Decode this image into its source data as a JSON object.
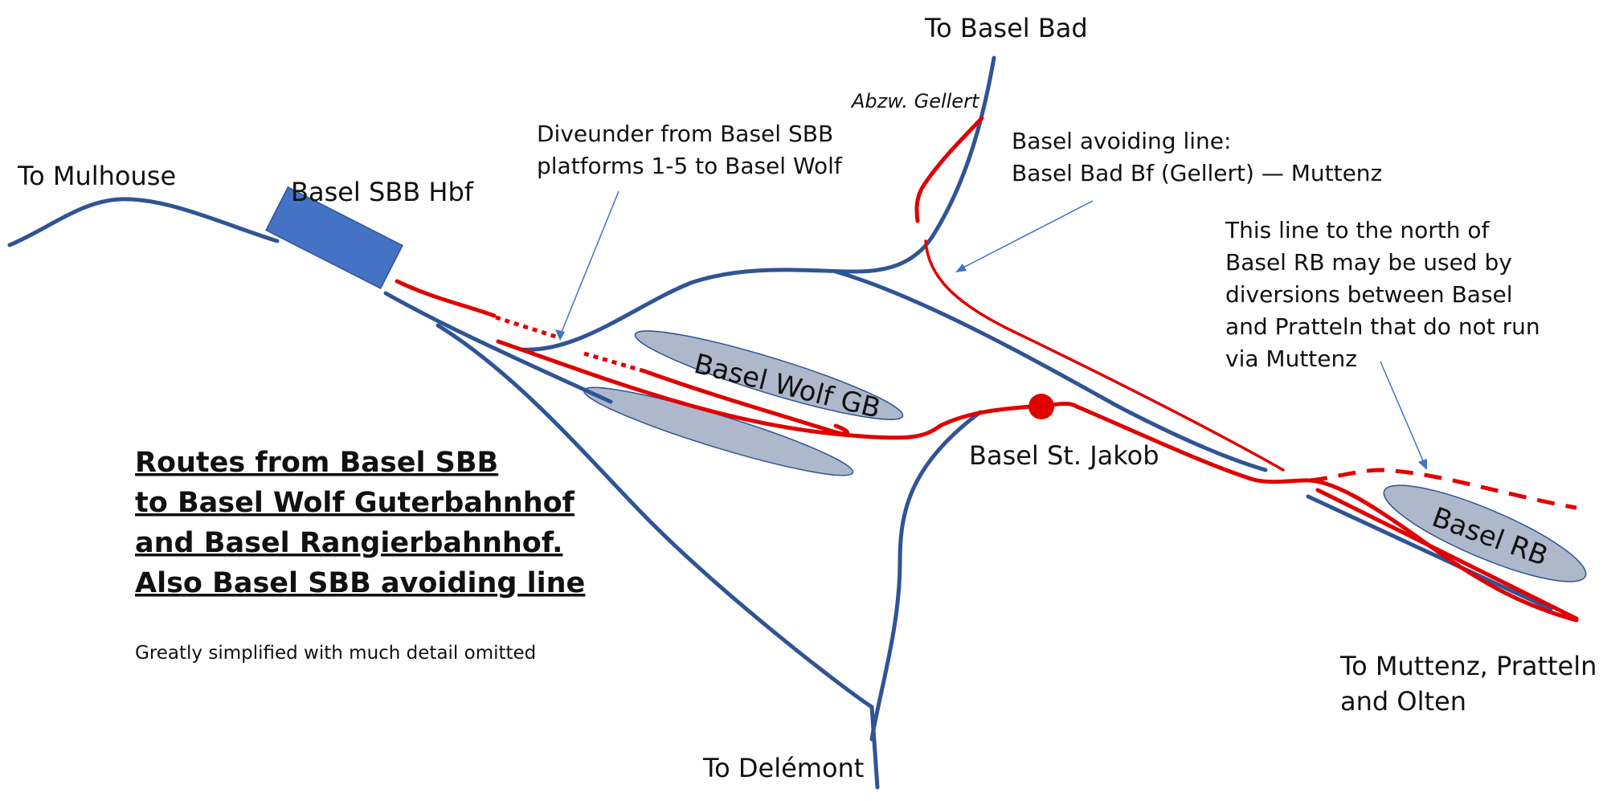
{
  "destinations": {
    "mulhouse": "To Mulhouse",
    "basel_bad": "To Basel Bad",
    "delemont": "To Delémont",
    "muttenz_line1": "To Muttenz, Pratteln",
    "muttenz_line2": "and Olten"
  },
  "stations": {
    "sbb_hbf": "Basel SBB Hbf",
    "st_jakob": "Basel St. Jakob",
    "gellert": "Abzw. Gellert"
  },
  "yards": {
    "wolf": "Basel Wolf GB",
    "rb": "Basel RB"
  },
  "annotations": {
    "diveunder_line1": "Diveunder from Basel SBB",
    "diveunder_line2": "platforms 1-5 to Basel Wolf",
    "avoiding_line1": "Basel avoiding line:",
    "avoiding_line2": "Basel Bad Bf (Gellert) — Muttenz",
    "north_line1": "This line to the north of",
    "north_line2": "Basel RB may be used by",
    "north_line3": "diversions between Basel",
    "north_line4": "and Pratteln that do not run",
    "north_line5": "via Muttenz"
  },
  "title": {
    "line1": "Routes from Basel SBB",
    "line2": "to Basel Wolf Guterbahnhof",
    "line3": "and Basel Rangierbahnhof.",
    "line4": "Also Basel SBB avoiding line"
  },
  "subtitle": "Greatly simplified with much detail omitted",
  "colors": {
    "track_blue": "#2f5496",
    "route_red": "#e00000",
    "yard_fill": "#adb9ca",
    "station_block": "#4472c4",
    "arrow_line": "#4472c4"
  }
}
